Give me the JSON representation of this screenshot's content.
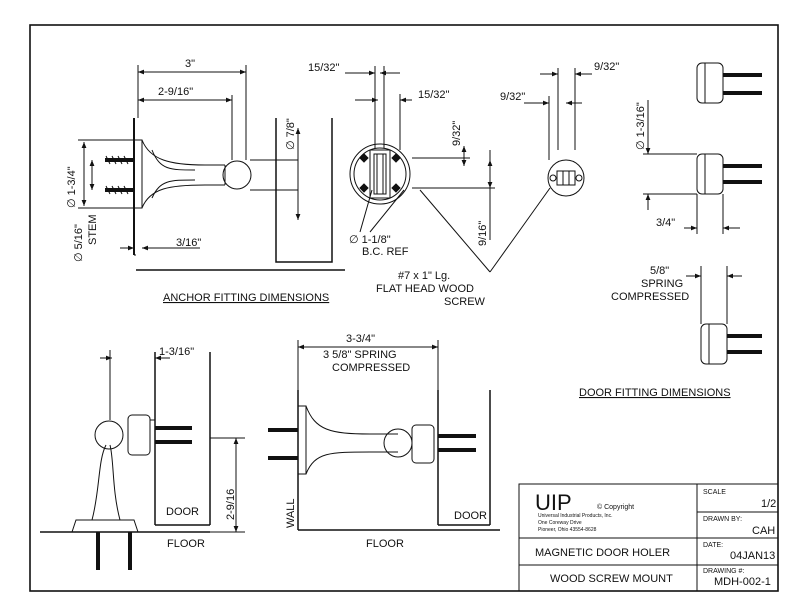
{
  "sections": {
    "anchor": "ANCHOR FITTING DIMENSIONS",
    "door": "DOOR FITTING DIMENSIONS"
  },
  "anchor_dims": {
    "d3": "3\"",
    "d2_9_16": "2-9/16\"",
    "d1_3_4": "∅ 1-3/4\"",
    "d5_16": "∅ 5/16\"",
    "stem": "STEM",
    "d3_16": "3/16\"",
    "d7_8": "∅ 7/8\""
  },
  "front_dims": {
    "d15_32_top": "15/32\"",
    "d15_32_mid": "15/32\"",
    "d9_32_v": "9/32\"",
    "d9_16_v": "9/16\"",
    "bc": "∅ 1-1/8\"",
    "bc_ref": "B.C. REF"
  },
  "small_dims": {
    "d9_32_top": "9/32\"",
    "d9_32_left": "9/32\""
  },
  "screw_note": {
    "line1": "#7 x 1\" Lg.",
    "line2": "FLAT HEAD WOOD",
    "line3": "SCREW"
  },
  "door_dims": {
    "d1_3_16": "∅ 1-3/16\"",
    "d3_4": "3/4\"",
    "d5_8": "5/8\"",
    "spring": "SPRING",
    "compressed": "COMPRESSED"
  },
  "floor_view": {
    "d1_3_16": "1-3/16\"",
    "d2_9_16": "2-9/16",
    "door": "DOOR",
    "floor": "FLOOR"
  },
  "wall_view": {
    "d3_3_4": "3-3/4\"",
    "spring_line1": "3 5/8\" SPRING",
    "spring_line2": "COMPRESSED",
    "wall": "WALL",
    "floor": "FLOOR",
    "door": "DOOR"
  },
  "title_block": {
    "logo": "UIP",
    "copyright": "© Copyright",
    "company": "Universal Industrial Products, Inc.",
    "address1": "One Coreway Drive",
    "address2": "Pioneer, Ohio  43554-8628",
    "scale_label": "SCALE",
    "scale_value": "1/2",
    "drawn_label": "DRAWN BY:",
    "drawn_value": "CAH",
    "date_label": "DATE:",
    "date_value": "04JAN13",
    "drawing_label": "DRAWING #:",
    "drawing_value": "MDH-002-1",
    "title1": "MAGNETIC DOOR HOLER",
    "title2": "WOOD SCREW MOUNT"
  },
  "colors": {
    "line": "#111111",
    "paper": "#ffffff"
  }
}
